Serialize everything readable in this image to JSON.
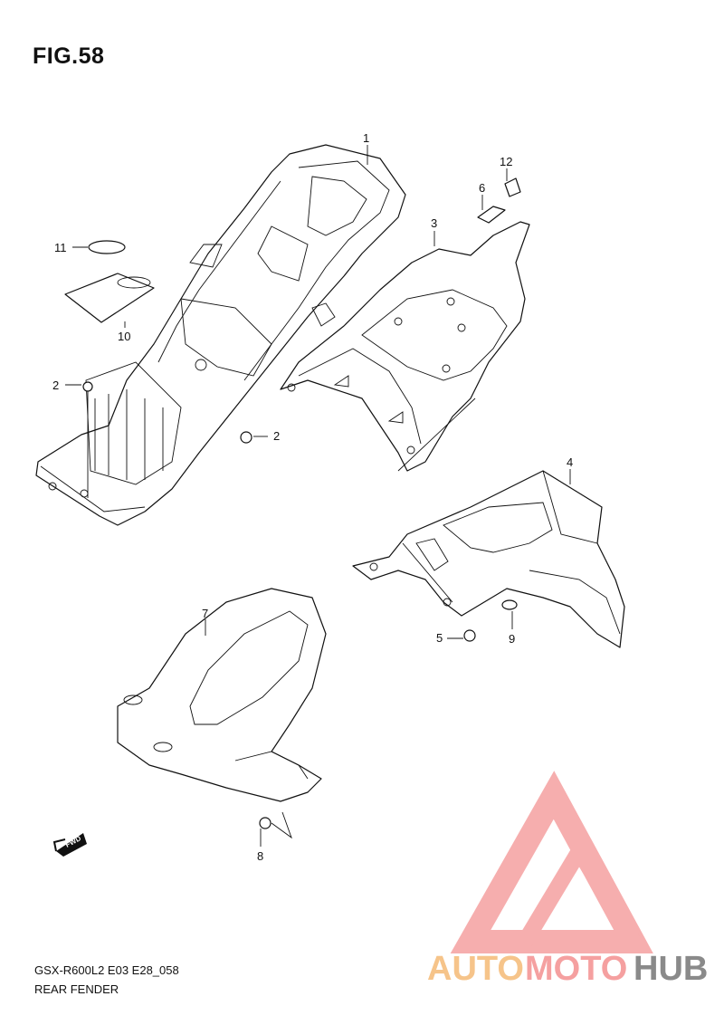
{
  "figure": {
    "title": "FIG.58"
  },
  "footer": {
    "model_code": "GSX-R600L2 E03 E28_058",
    "section_name": "REAR FENDER"
  },
  "callouts": [
    {
      "id": "c1",
      "label": "1"
    },
    {
      "id": "c2a",
      "label": "2"
    },
    {
      "id": "c2b",
      "label": "2"
    },
    {
      "id": "c3",
      "label": "3"
    },
    {
      "id": "c4",
      "label": "4"
    },
    {
      "id": "c5",
      "label": "5"
    },
    {
      "id": "c6",
      "label": "6"
    },
    {
      "id": "c7",
      "label": "7"
    },
    {
      "id": "c8",
      "label": "8"
    },
    {
      "id": "c9",
      "label": "9"
    },
    {
      "id": "c10",
      "label": "10"
    },
    {
      "id": "c11",
      "label": "11"
    },
    {
      "id": "c12",
      "label": "12"
    }
  ],
  "fwd_marker": {
    "label": "FWD"
  },
  "watermark": {
    "part1": "AUTO",
    "part2": "MOTO",
    "part3": "HUB",
    "color_primary": "#f5a0a0",
    "color_secondary": "#f6c48a",
    "color_tertiary": "#8a8a8a"
  }
}
